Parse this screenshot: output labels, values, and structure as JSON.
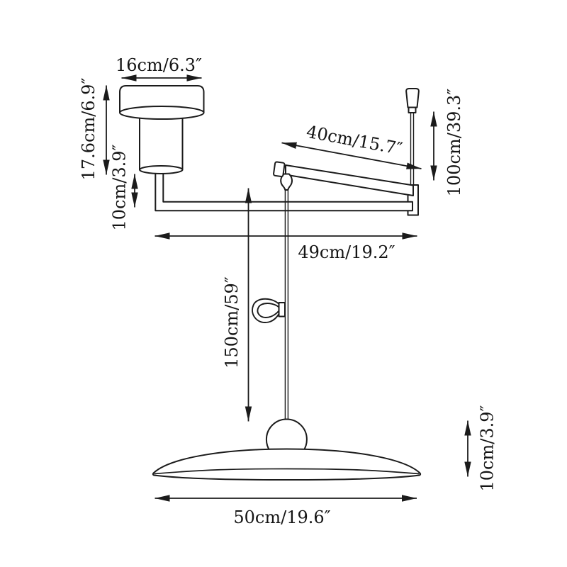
{
  "canvas": {
    "background": "#ffffff",
    "line_color": "#1b1b1b",
    "text_color": "#151515"
  },
  "dims": {
    "canopy_width": "16cm/6.3″",
    "canopy_height": "17.6cm/6.9″",
    "rod_drop": "10cm/3.9″",
    "swing_arm": "40cm/15.7″",
    "suspension_cable": "100cm/39.3″",
    "arm_span": "49cm/19.2″",
    "cord_drop": "150cm/59″",
    "shade_diameter": "50cm/19.6″",
    "shade_height": "10cm/3.9″"
  }
}
